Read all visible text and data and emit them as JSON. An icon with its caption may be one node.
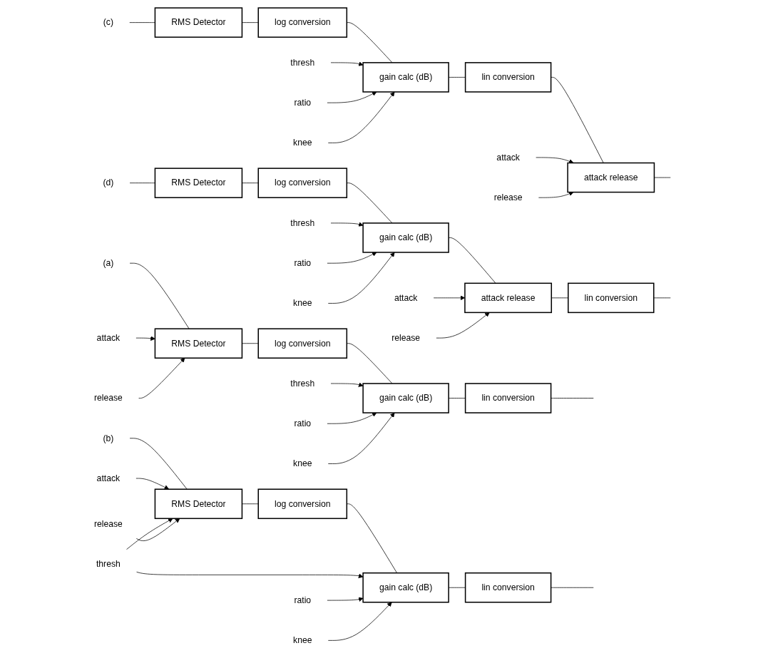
{
  "diagram": {
    "nodes": [
      {
        "text": [
          "(a)"
        ]
      },
      {
        "text": [
          "RMS Detector"
        ]
      },
      {
        "text": [
          "log conversion"
        ]
      },
      {
        "text": [
          "gain calc (dB)"
        ]
      },
      {
        "text": [
          "lin conversion"
        ]
      },
      {
        "text": [
          "attack"
        ]
      },
      {
        "text": [
          "release"
        ]
      },
      {
        "text": [
          "thresh"
        ]
      },
      {
        "text": [
          "ratio"
        ]
      },
      {
        "text": [
          "knee"
        ]
      },
      {
        "text": [
          "(b)"
        ]
      },
      {
        "text": [
          "RMS Detector"
        ]
      },
      {
        "text": [
          "log conversion"
        ]
      },
      {
        "text": [
          "gain calc (dB)"
        ]
      },
      {
        "text": [
          "lin conversion"
        ]
      },
      {
        "text": [
          "attack"
        ]
      },
      {
        "text": [
          "release"
        ]
      },
      {
        "text": [
          "thresh"
        ]
      },
      {
        "text": [
          "ratio"
        ]
      },
      {
        "text": [
          "knee"
        ]
      },
      {
        "text": [
          "(c)"
        ]
      },
      {
        "text": [
          "RMS Detector"
        ]
      },
      {
        "text": [
          "log conversion"
        ]
      },
      {
        "text": [
          "gain calc (dB)"
        ]
      },
      {
        "text": [
          "lin conversion"
        ]
      },
      {
        "text": [
          "attack release"
        ]
      },
      {
        "text": [
          "thresh"
        ]
      },
      {
        "text": [
          "ratio"
        ]
      },
      {
        "text": [
          "knee"
        ]
      },
      {
        "text": [
          "attack"
        ]
      },
      {
        "text": [
          "release"
        ]
      },
      {
        "text": [
          "(d)"
        ]
      },
      {
        "text": [
          "RMS Detector"
        ]
      },
      {
        "text": [
          "log conversion"
        ]
      },
      {
        "text": [
          "gain calc (dB)"
        ]
      },
      {
        "text": [
          "attack release"
        ]
      },
      {
        "text": [
          "lin conversion"
        ]
      },
      {
        "text": [
          "thresh"
        ]
      },
      {
        "text": [
          "ratio"
        ]
      },
      {
        "text": [
          "knee"
        ]
      },
      {
        "text": [
          "attack"
        ]
      },
      {
        "text": [
          "release"
        ]
      }
    ],
    "edges": [
      {
        "from": 0,
        "to": 1,
        "arrow": "none"
      },
      {
        "from": 1,
        "to": 2,
        "arrow": "none"
      },
      {
        "from": 2,
        "to": 3,
        "arrow": "none"
      },
      {
        "from": 3,
        "to": 4,
        "arrow": "none"
      },
      {
        "from": 4,
        "to": null,
        "arrow": "none"
      },
      {
        "from": 5,
        "to": 1,
        "arrow": "to"
      },
      {
        "from": 6,
        "to": 1,
        "arrow": "to"
      },
      {
        "from": 7,
        "to": 3,
        "arrow": "to"
      },
      {
        "from": 8,
        "to": 3,
        "arrow": "to"
      },
      {
        "from": 9,
        "to": 3,
        "arrow": "to"
      },
      {
        "from": 10,
        "to": 11,
        "arrow": "none"
      },
      {
        "from": 11,
        "to": 12,
        "arrow": "none"
      },
      {
        "from": 12,
        "to": 13,
        "arrow": "none"
      },
      {
        "from": 13,
        "to": 14,
        "arrow": "none"
      },
      {
        "from": 14,
        "to": null,
        "arrow": "none"
      },
      {
        "from": 15,
        "to": 11,
        "arrow": "to"
      },
      {
        "from": 17,
        "to": 11,
        "arrow": "to"
      },
      {
        "from": 16,
        "to": 11,
        "arrow": "to"
      },
      {
        "from": 17,
        "to": 13,
        "arrow": "to"
      },
      {
        "from": 18,
        "to": 13,
        "arrow": "to"
      },
      {
        "from": 19,
        "to": 13,
        "arrow": "to"
      },
      {
        "from": 20,
        "to": 21,
        "arrow": "none"
      },
      {
        "from": 21,
        "to": 22,
        "arrow": "none"
      },
      {
        "from": 22,
        "to": 23,
        "arrow": "none"
      },
      {
        "from": 23,
        "to": 24,
        "arrow": "none"
      },
      {
        "from": 24,
        "to": 25,
        "arrow": "none"
      },
      {
        "from": 25,
        "to": null,
        "arrow": "none"
      },
      {
        "from": 26,
        "to": 23,
        "arrow": "to"
      },
      {
        "from": 27,
        "to": 23,
        "arrow": "to"
      },
      {
        "from": 28,
        "to": 23,
        "arrow": "to"
      },
      {
        "from": 29,
        "to": 25,
        "arrow": "to"
      },
      {
        "from": 30,
        "to": 25,
        "arrow": "to"
      },
      {
        "from": 31,
        "to": 32,
        "arrow": "none"
      },
      {
        "from": 32,
        "to": 33,
        "arrow": "none"
      },
      {
        "from": 33,
        "to": 34,
        "arrow": "none"
      },
      {
        "from": 34,
        "to": 35,
        "arrow": "none"
      },
      {
        "from": 35,
        "to": 36,
        "arrow": "none"
      },
      {
        "from": 36,
        "to": null,
        "arrow": "none"
      },
      {
        "from": 37,
        "to": 34,
        "arrow": "to"
      },
      {
        "from": 38,
        "to": 34,
        "arrow": "to"
      },
      {
        "from": 39,
        "to": 34,
        "arrow": "to"
      },
      {
        "from": 40,
        "to": 35,
        "arrow": "to"
      },
      {
        "from": 41,
        "to": 35,
        "arrow": "to"
      }
    ]
  }
}
